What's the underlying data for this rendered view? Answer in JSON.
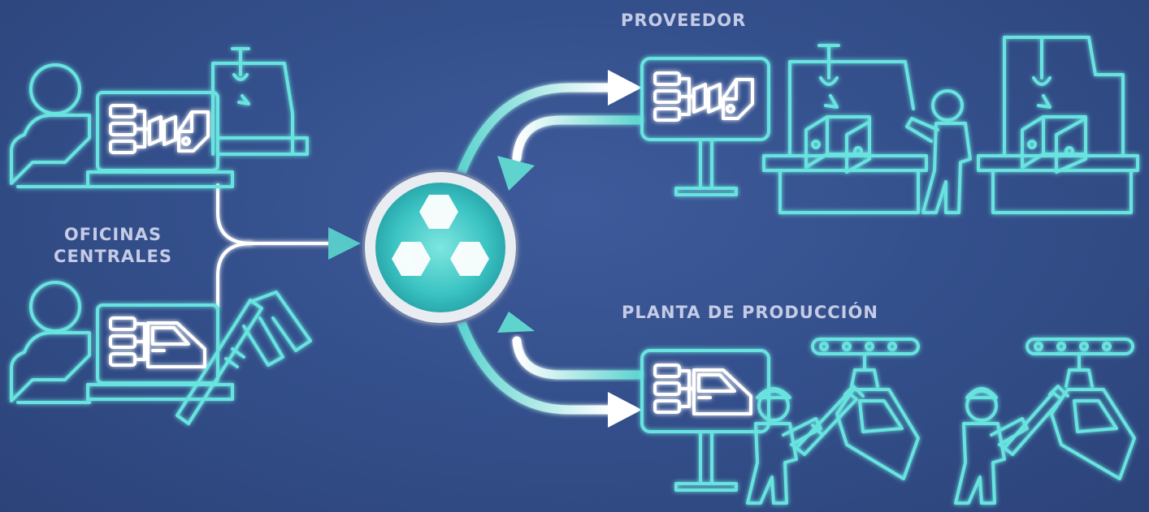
{
  "labels": {
    "proveedor": "PROVEEDOR",
    "planta": "PLANTA DE PRODUCCIÓN",
    "oficinas_line1": "OFICINAS",
    "oficinas_line2": "CENTRALES"
  },
  "colors": {
    "background": "#34508c",
    "outline": "#67e3df",
    "arrow": "#ffffff",
    "arrow_fade": "#5fd4cf",
    "label": "#c4cbe6",
    "hub": "#3cc4c3"
  },
  "icons": {
    "hub": "three-hexagon-logo-icon",
    "office_workers": "person-at-laptop-icon",
    "supplier": "robot-arm-machine-icon",
    "production": "worker-with-caliper-icon"
  }
}
